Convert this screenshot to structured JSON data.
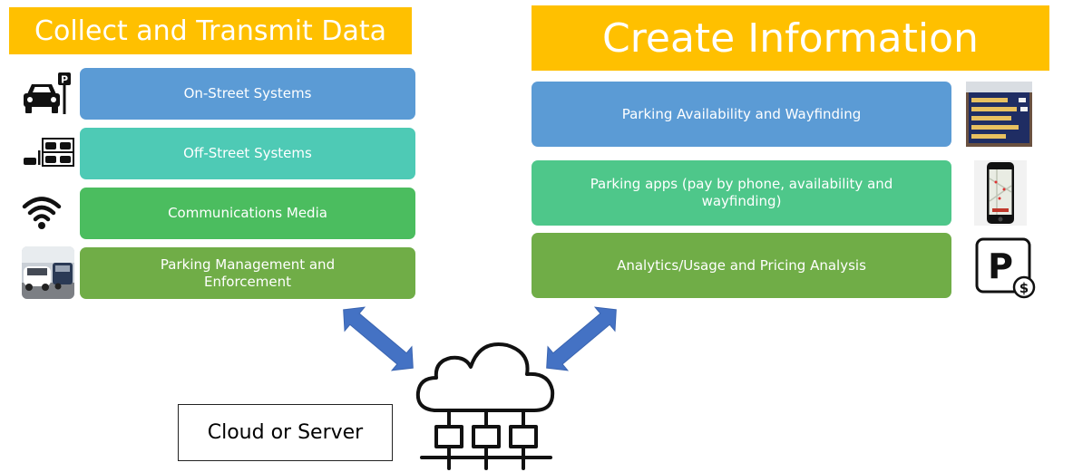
{
  "left_panel": {
    "title": "Collect and Transmit Data",
    "items": [
      {
        "label": "On-Street Systems",
        "icon": "car-parking-sign-icon"
      },
      {
        "label": "Off-Street Systems",
        "icon": "parking-garage-icon"
      },
      {
        "label": "Communications Media",
        "icon": "wifi-signal-icon"
      },
      {
        "label": "Parking Management and Enforcement",
        "icon": "enforcement-vehicle-photo"
      }
    ]
  },
  "right_panel": {
    "title": "Create Information",
    "items": [
      {
        "label": "Parking Availability and Wayfinding",
        "icon": "parking-availability-sign-photo"
      },
      {
        "label": "Parking apps (pay by phone, availability and wayfinding)",
        "icon": "smartphone-map-icon"
      },
      {
        "label": "Analytics/Usage and Pricing Analysis",
        "icon": "parking-price-icon"
      }
    ]
  },
  "cloud": {
    "label": "Cloud or Server",
    "icon": "cloud-network-icon"
  },
  "colors": {
    "header": "#ffc000",
    "blue": "#5b9bd5",
    "teal": "#4ecab5",
    "green": "#4bbd5f",
    "olive": "#70ad47",
    "arrow": "#4472c4"
  }
}
